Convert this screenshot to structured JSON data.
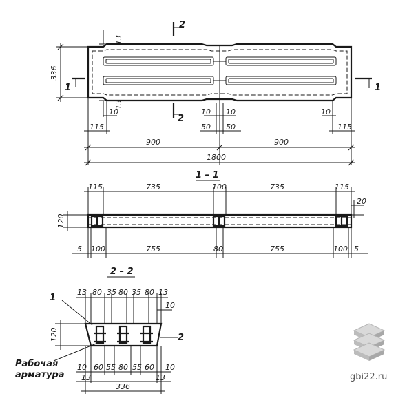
{
  "plan": {
    "width_336": "336",
    "d13_top": "13",
    "d13_bot": "13",
    "d10_a": "10",
    "d115_l": "115",
    "d10_c1": "10",
    "d50_c1": "50",
    "d10_c2": "10",
    "d50_c2": "50",
    "d10_r": "10",
    "d115_r": "115",
    "half_l": "900",
    "half_r": "900",
    "total": "1800",
    "cut1_l": "1",
    "cut1_r": "1",
    "cut2_top": "2",
    "cut2_bot": "2"
  },
  "section11": {
    "title": "1 – 1",
    "t115_l": "115",
    "t735_l": "735",
    "t100": "100",
    "t735_r": "735",
    "t115_r": "115",
    "h120": "120",
    "h20": "20",
    "b5_l": "5",
    "b100_l": "100",
    "b755_l": "755",
    "b80": "80",
    "b755_r": "755",
    "b100_r": "100",
    "b5_r": "5"
  },
  "section22": {
    "title": "2 – 2",
    "top": [
      "13",
      "80",
      "35",
      "80",
      "35",
      "80",
      "13"
    ],
    "d10_top": "10",
    "h120": "120",
    "bot": [
      "60",
      "55",
      "80",
      "55",
      "60"
    ],
    "d10_l": "10",
    "d10_r": "10",
    "d13_l": "13",
    "d13_r": "13",
    "width": "336",
    "callout1": "1",
    "callout2": "2",
    "note_line1": "Рабочая",
    "note_line2": "арматура"
  },
  "watermark": {
    "text": "gbi22.ru"
  }
}
